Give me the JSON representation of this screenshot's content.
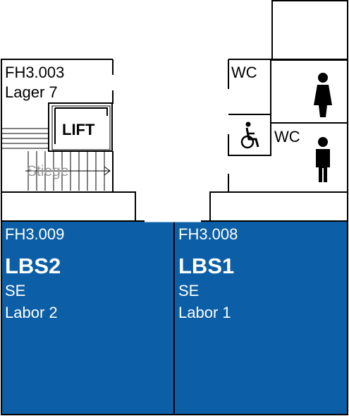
{
  "floorplan": {
    "upper_rooms": [
      {
        "id": "FH3.003",
        "name": "Lager 7"
      }
    ],
    "lift": {
      "label": "LIFT"
    },
    "stairs": {
      "label": "Stiege"
    },
    "toilets": [
      {
        "label": "WC",
        "icon": "woman-icon"
      },
      {
        "label": "WC",
        "icon": "man-icon"
      }
    ],
    "accessible_icon": "wheelchair-icon",
    "lower_rooms": [
      {
        "id": "FH3.009",
        "code": "LBS2",
        "type": "SE",
        "name": "Labor 2"
      },
      {
        "id": "FH3.008",
        "code": "LBS1",
        "type": "SE",
        "name": "Labor 1"
      }
    ],
    "colors": {
      "room_fill": "#0c5fa6",
      "room_text": "#ffffff",
      "wall": "#000000",
      "stair_text": "#9a9a9a"
    }
  }
}
